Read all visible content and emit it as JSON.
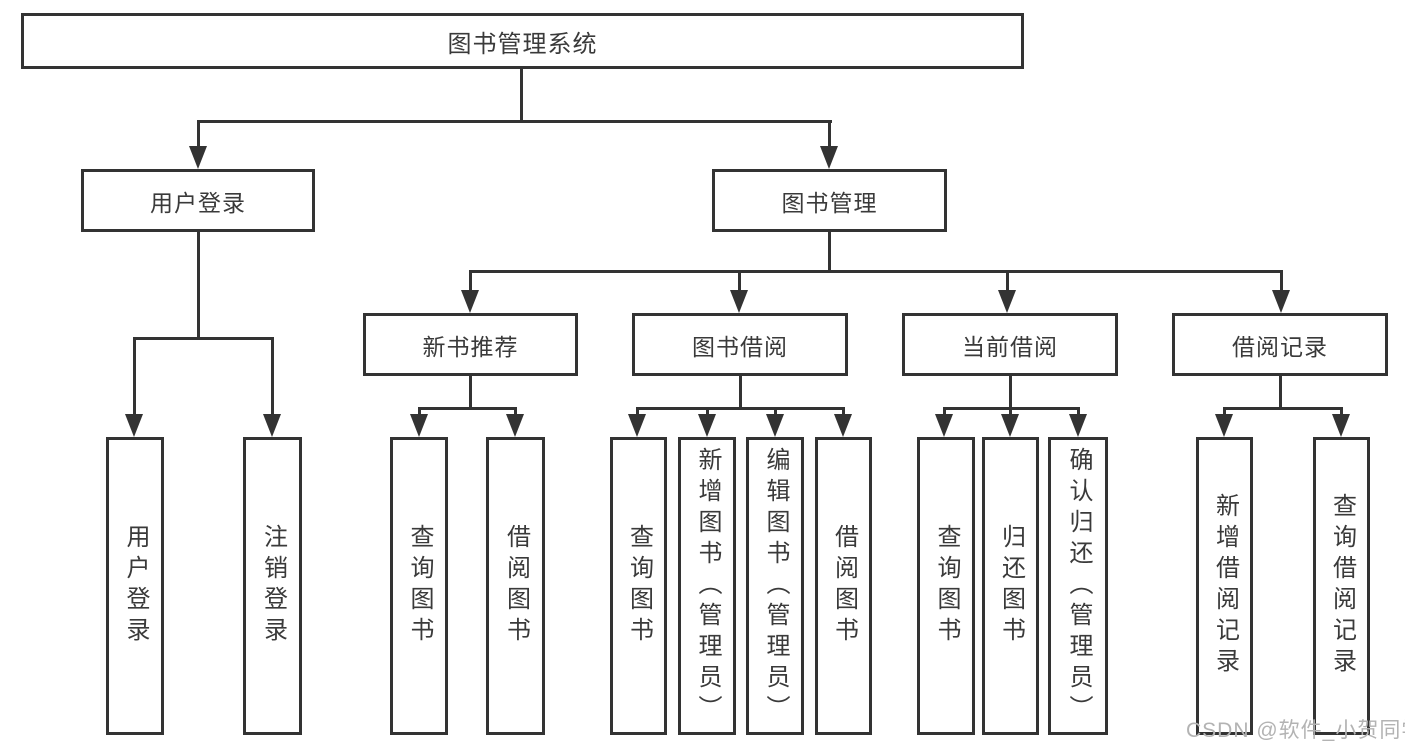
{
  "diagram": {
    "title": "图书管理系统",
    "hierarchy": {
      "图书管理系统": {
        "用户登录": [
          "用户登录",
          "注销登录"
        ],
        "图书管理": {
          "新书推荐": [
            "查询图书",
            "借阅图书"
          ],
          "图书借阅": [
            "查询图书",
            "新增图书（管理员）",
            "编辑图书（管理员）",
            "借阅图书"
          ],
          "当前借阅": [
            "查询图书",
            "归还图书",
            "确认归还（管理员）"
          ],
          "借阅记录": [
            "新增借阅记录",
            "查询借阅记录"
          ]
        }
      }
    }
  },
  "nodes": {
    "root": "图书管理系统",
    "user_login": "用户登录",
    "book_management": "图书管理",
    "user_login_action": "用户登录",
    "logout_action": "注销登录",
    "new_book_recommend": "新书推荐",
    "book_borrowing": "图书借阅",
    "current_borrowing": "当前借阅",
    "borrowing_records": "借阅记录",
    "nbr_query_books": "查询图书",
    "nbr_borrow_books": "借阅图书",
    "bb_query_books": "查询图书",
    "bb_add_books": "新增图书（管理员）",
    "bb_edit_books": "编辑图书（管理员）",
    "bb_borrow_books": "借阅图书",
    "cb_query_books": "查询图书",
    "cb_return_books": "归还图书",
    "cb_confirm_return": "确认归还（管理员）",
    "br_add_record": "新增借阅记录",
    "br_query_record": "查询借阅记录"
  },
  "watermark": {
    "text": "CSDN @软件_小贺同学"
  },
  "colors": {
    "line": "#333333",
    "text": "#3a3a3a",
    "background": "#ffffff",
    "watermark": "#b3b3b3"
  }
}
